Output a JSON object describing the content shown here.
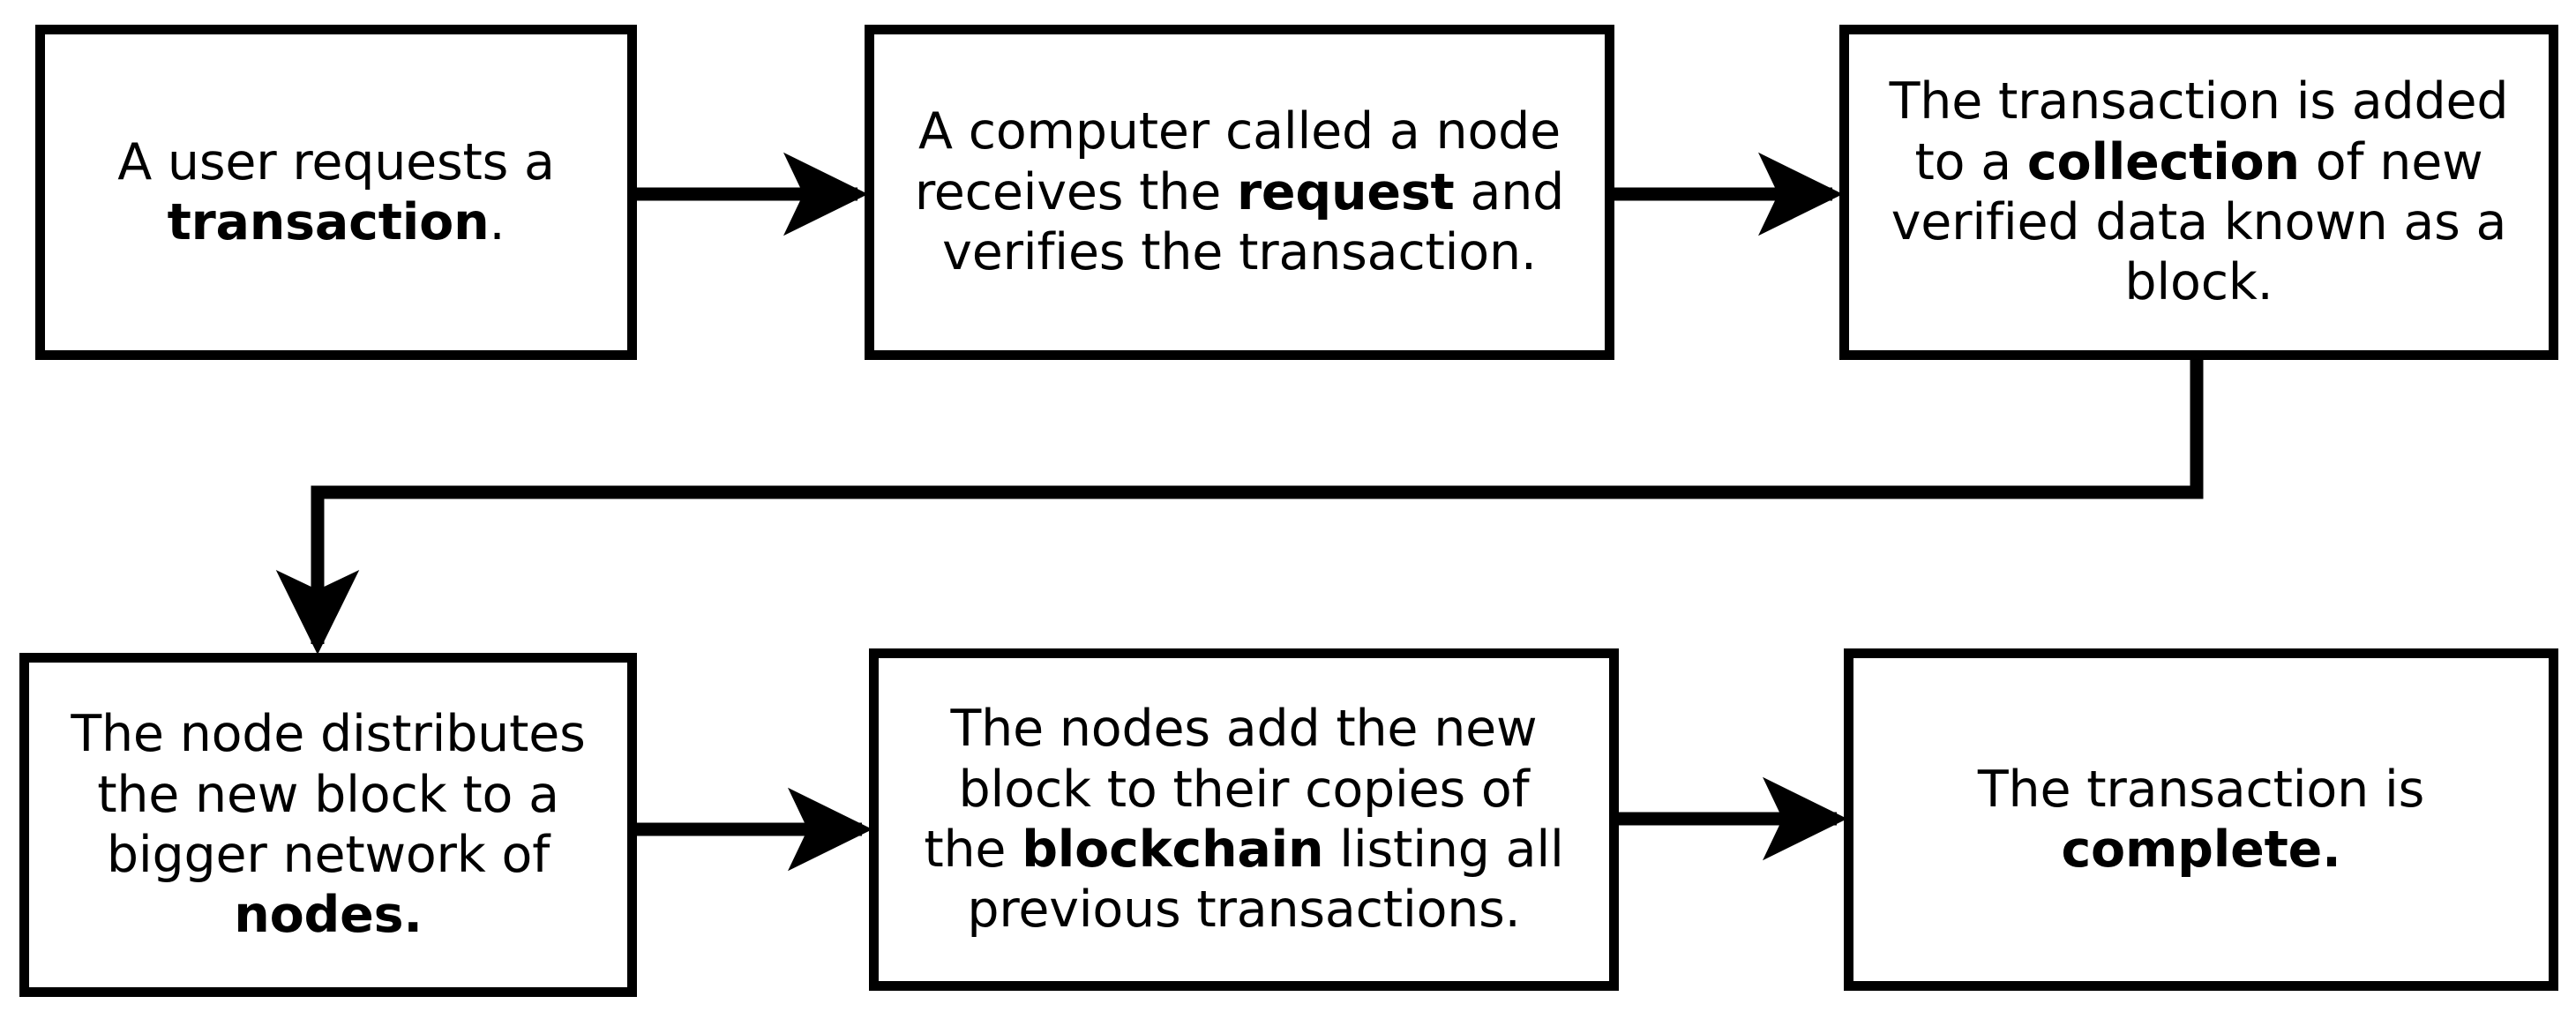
{
  "diagram": {
    "title": "Blockchain transaction process flowchart",
    "type": "flowchart",
    "orientation": "left-to-right, two rows, serpentine",
    "background_color": "#ffffff",
    "stroke_color": "#000000",
    "text_color": "#000000"
  },
  "nodes": [
    {
      "id": "step-1",
      "order": 1,
      "row": 1,
      "column": 1,
      "text": "A user requests a transaction.",
      "lines": [
        "A user requests a",
        "transaction."
      ],
      "emphasis": [
        "transaction"
      ],
      "html": "A user requests a\n<b>transaction</b>."
    },
    {
      "id": "step-2",
      "order": 2,
      "row": 1,
      "column": 2,
      "text": "A computer called a node receives the request and verifies the transaction.",
      "lines": [
        "A computer called a node",
        "receives the request and",
        "verifies the transaction."
      ],
      "emphasis": [
        "request"
      ],
      "html": "A computer called a node\nreceives the <b>request</b> and\nverifies the transaction."
    },
    {
      "id": "step-3",
      "order": 3,
      "row": 1,
      "column": 3,
      "text": "The transaction is added to a collection of new verified data known as a block.",
      "lines": [
        "The transaction is added",
        "to a collection of new",
        "verified data known as a",
        "block."
      ],
      "emphasis": [
        "collection"
      ],
      "html": "The transaction is added\nto a <b>collection</b> of new\nverified data known as a\nblock."
    },
    {
      "id": "step-4",
      "order": 4,
      "row": 2,
      "column": 1,
      "text": "The node distributes the new block to a bigger network of nodes.",
      "lines": [
        "The node distributes",
        "the new block to a",
        "bigger network of",
        "nodes."
      ],
      "emphasis": [
        "nodes."
      ],
      "html": "The node distributes\nthe new block to a\nbigger network of\n<b>nodes.</b>"
    },
    {
      "id": "step-5",
      "order": 5,
      "row": 2,
      "column": 2,
      "text": "The nodes add the new block to their copies of the blockchain listing all previous transactions.",
      "lines": [
        "The nodes add the new",
        "block to their copies of",
        "the blockchain listing all",
        "previous transactions."
      ],
      "emphasis": [
        "blockchain"
      ],
      "html": "The nodes add the new\nblock to their copies of\nthe <b>blockchain</b> listing all\nprevious transactions."
    },
    {
      "id": "step-6",
      "order": 6,
      "row": 2,
      "column": 3,
      "text": "The transaction is complete.",
      "lines": [
        "The transaction is",
        "complete."
      ],
      "emphasis": [
        "complete."
      ],
      "html": "The transaction is\n<b>complete.</b>"
    }
  ],
  "connectors": [
    {
      "id": "arrow-1-2",
      "from": "step-1",
      "to": "step-2",
      "shape": "straight-horizontal",
      "direction": "right"
    },
    {
      "id": "arrow-2-3",
      "from": "step-2",
      "to": "step-3",
      "shape": "straight-horizontal",
      "direction": "right"
    },
    {
      "id": "arrow-3-4",
      "from": "step-3",
      "to": "step-4",
      "shape": "elbow-down-left-down",
      "direction": "down"
    },
    {
      "id": "arrow-4-5",
      "from": "step-4",
      "to": "step-5",
      "shape": "straight-horizontal",
      "direction": "right"
    },
    {
      "id": "arrow-5-6",
      "from": "step-5",
      "to": "step-6",
      "shape": "straight-horizontal",
      "direction": "right"
    }
  ]
}
